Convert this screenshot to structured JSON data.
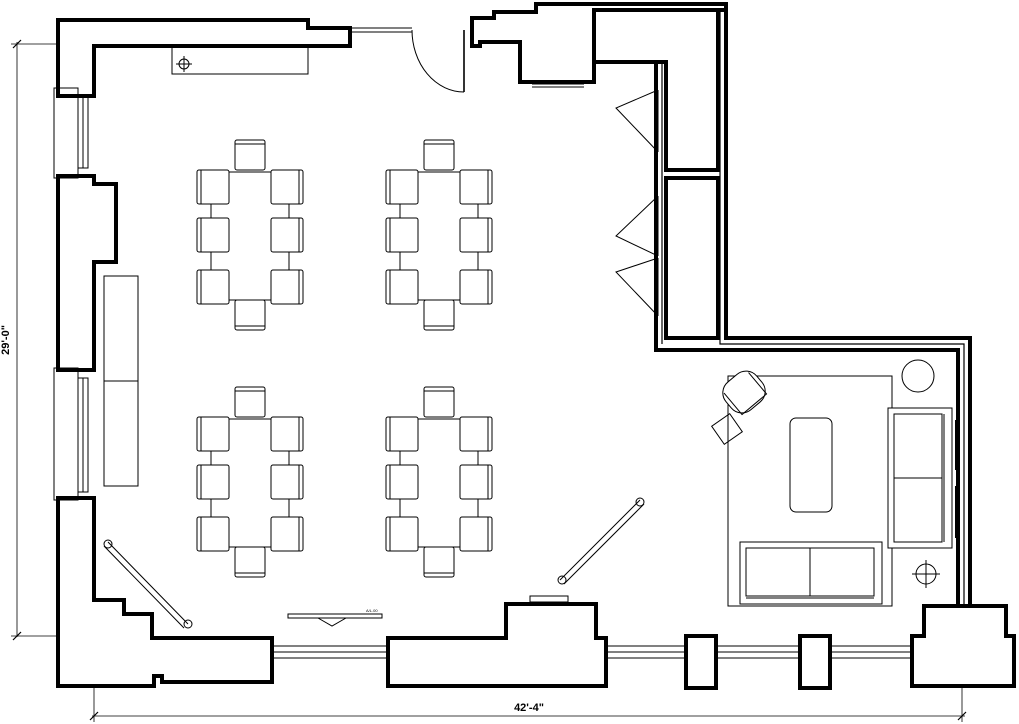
{
  "dimensions": {
    "width_label": "42'-4\"",
    "height_label": "29'-0\""
  },
  "labels": {
    "small_tag": "A/L.00"
  },
  "colors": {
    "line": "#000000",
    "background": "#ffffff"
  },
  "furniture": {
    "conference_tables": 4,
    "chairs_per_table": 8
  }
}
